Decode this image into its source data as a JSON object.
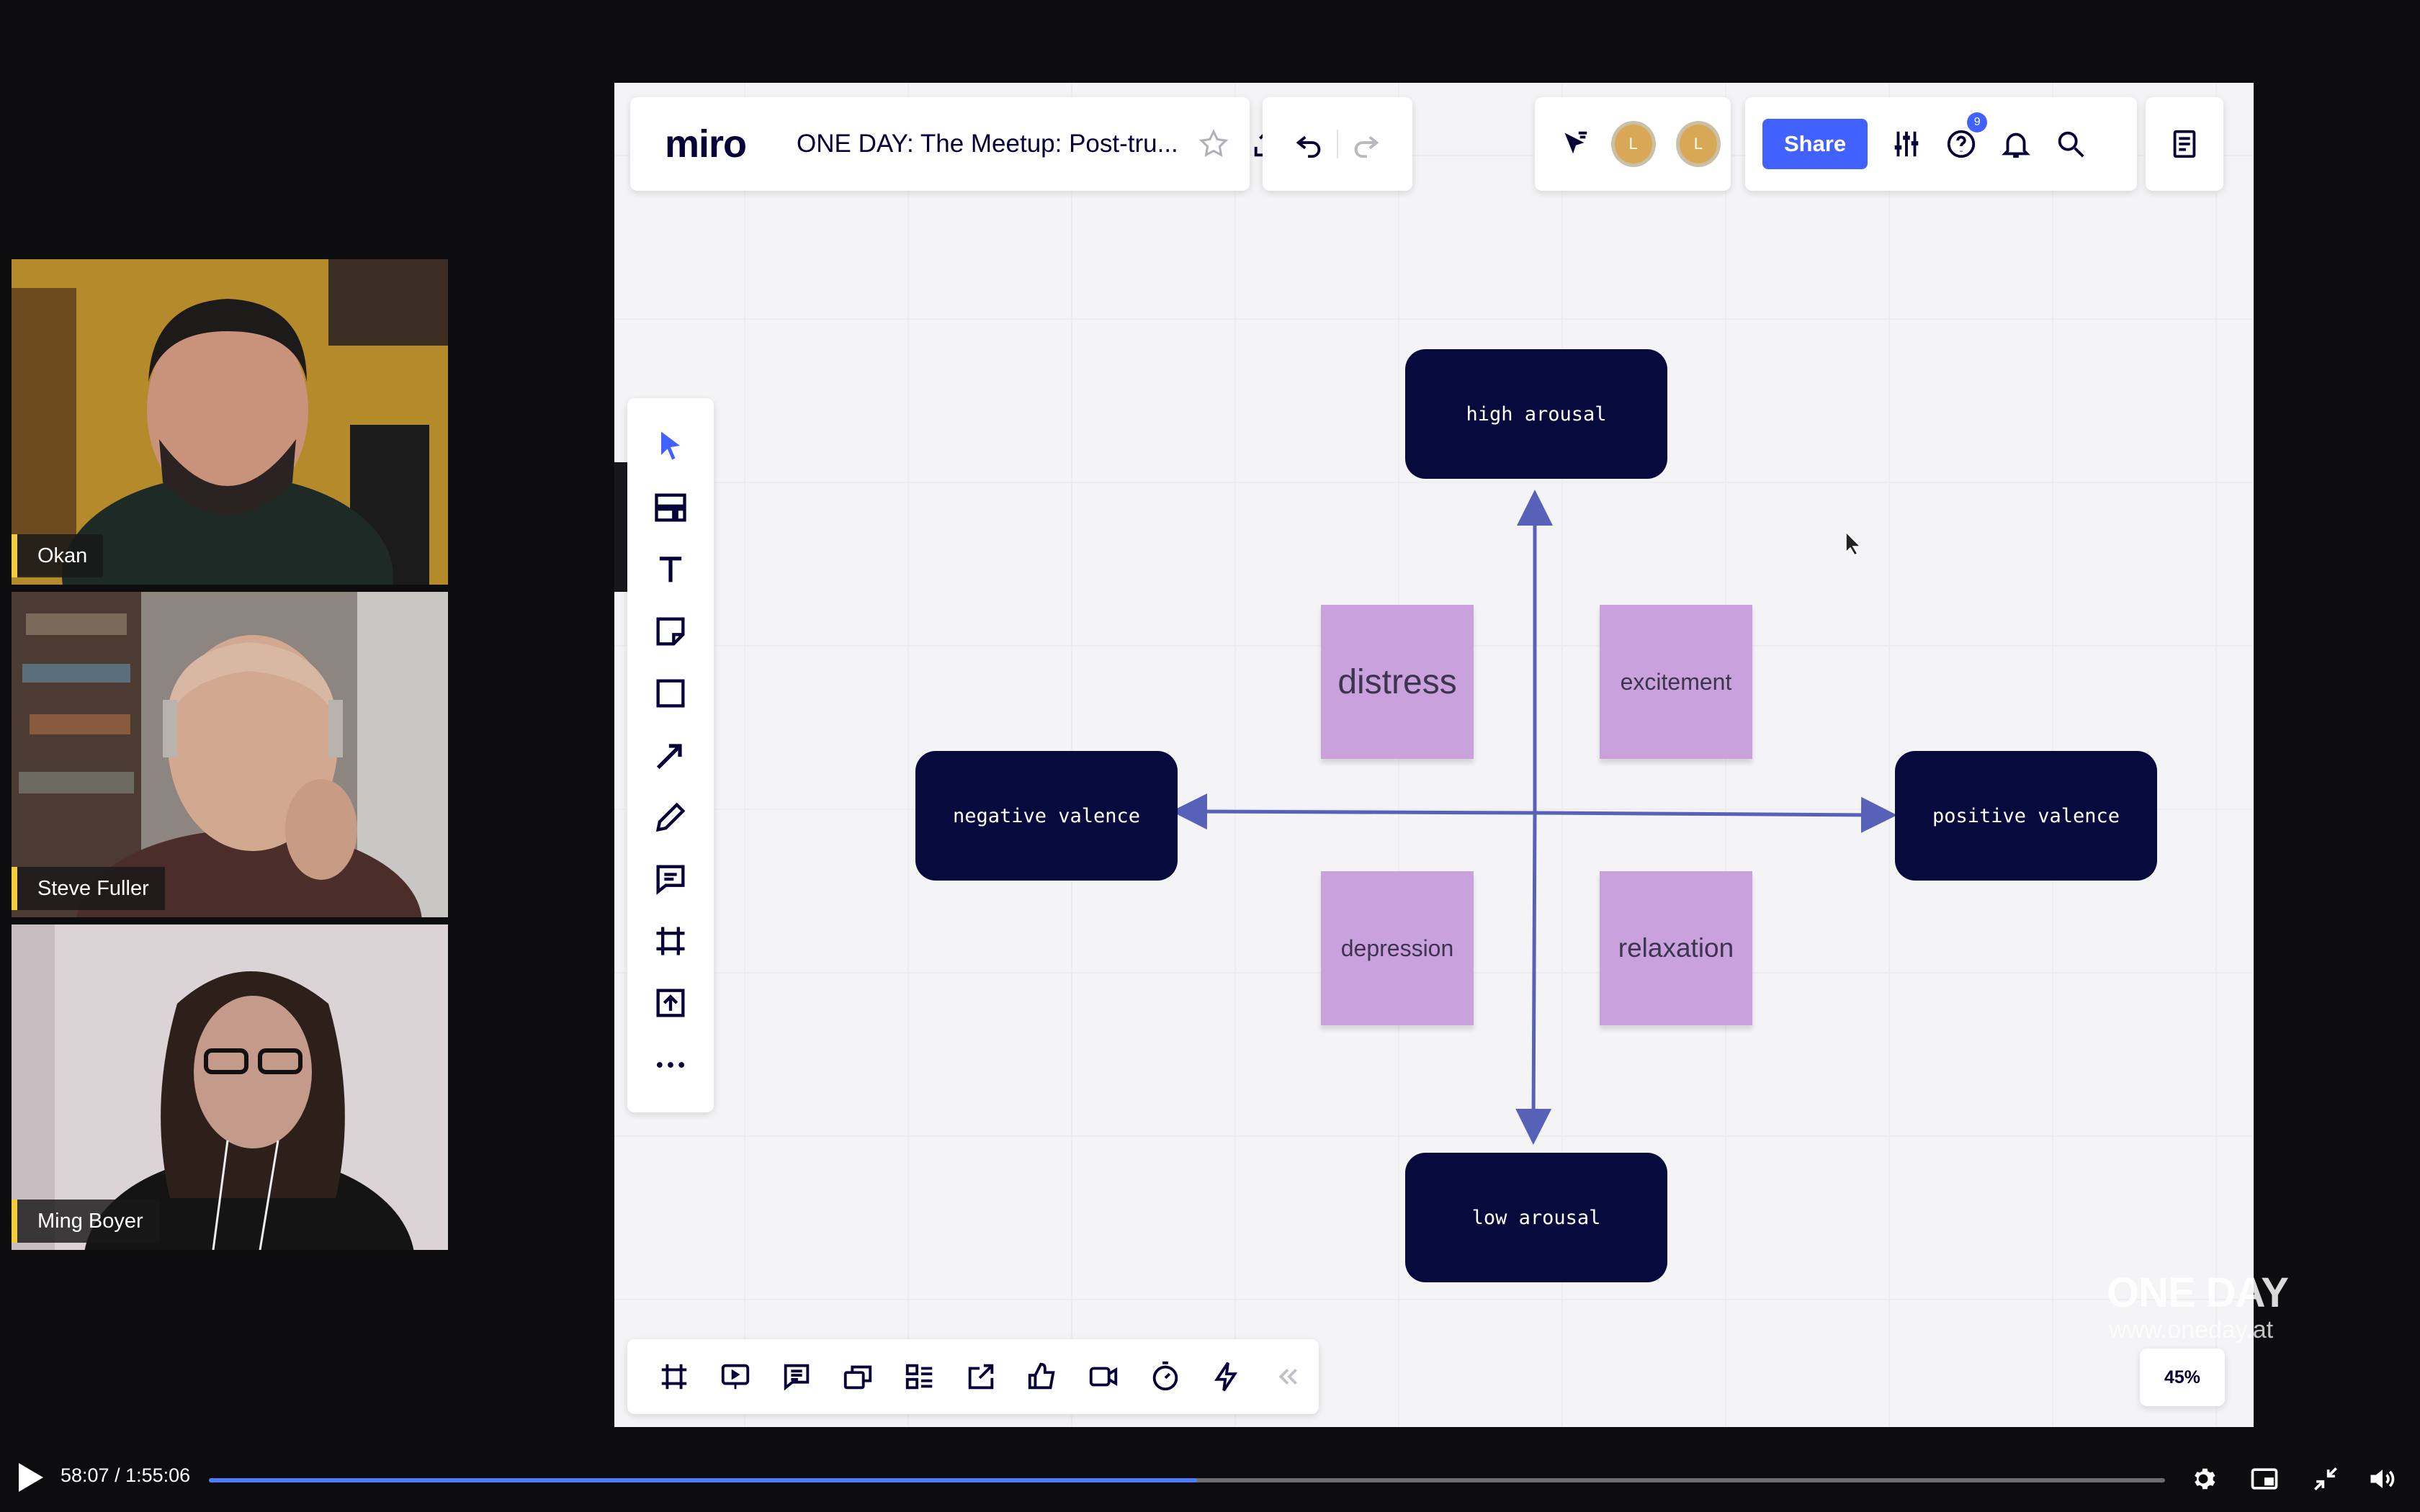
{
  "participants": [
    {
      "name": "Okan",
      "colors": {
        "bg": "#b58a2b",
        "shirt": "#1e2a26",
        "skin": "#c9927a",
        "hair": "#1d1a1a"
      }
    },
    {
      "name": "Steve Fuller",
      "colors": {
        "bg": "#8c8580",
        "shirt": "#4b2d2a",
        "skin": "#d2a891",
        "hair": "#b9b3ae"
      }
    },
    {
      "name": "Ming Boyer",
      "colors": {
        "bg": "#dcd3d6",
        "shirt": "#141414",
        "skin": "#c49a8b",
        "hair": "#2d201b"
      }
    }
  ],
  "miro": {
    "logo": "miro",
    "board_title": "ONE DAY: The Meetup: Post-tru...",
    "avatars": [
      "L",
      "L"
    ],
    "share_label": "Share",
    "help_badge": "9",
    "zoom": "45%",
    "top_icons": [
      "star-icon",
      "export-icon",
      "undo-icon",
      "redo-icon",
      "cursor-filter-icon",
      "settings-sliders-icon",
      "help-icon",
      "bell-icon",
      "search-icon",
      "notes-icon"
    ],
    "left_tools": [
      "select-icon",
      "templates-icon",
      "text-icon",
      "sticky-note-icon",
      "shape-icon",
      "pen-arrow-icon",
      "pen-icon",
      "comment-icon",
      "frame-icon",
      "upload-icon",
      "more-icon"
    ],
    "bottom_tools": [
      "frames-icon",
      "presentation-icon",
      "comments-list-icon",
      "cards-icon",
      "kanban-icon",
      "screen-share-icon",
      "voting-icon",
      "video-icon",
      "timer-icon",
      "lightning-icon",
      "collapse-icon"
    ]
  },
  "diagram": {
    "categories": {
      "top": "high arousal",
      "bottom": "low arousal",
      "left": "negative valence",
      "right": "positive valence"
    },
    "notes": {
      "top_left": "distress",
      "top_right": "excitement",
      "bottom_left": "depression",
      "bottom_right": "relaxation"
    },
    "colors": {
      "category": "#070a3d",
      "note": "#c9a2dd",
      "axis": "#5861b8"
    }
  },
  "watermark": {
    "brand": "ONE DAY",
    "url": "www.oneday.at"
  },
  "player": {
    "current_time": "58:07",
    "duration": "1:55:06",
    "time_display": "58:07 / 1:55:06",
    "progress": 0.505
  }
}
